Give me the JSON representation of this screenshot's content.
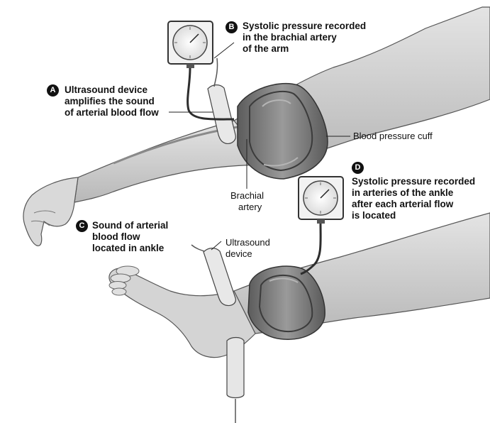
{
  "labels": {
    "a": {
      "letter": "A",
      "lines": [
        "Ultrasound device",
        "amplifies the sound",
        "of arterial blood flow"
      ]
    },
    "b": {
      "letter": "B",
      "lines": [
        "Systolic pressure recorded",
        "in the brachial artery",
        "of the arm"
      ]
    },
    "c": {
      "letter": "C",
      "lines": [
        "Sound of arterial",
        "blood flow",
        "located in ankle"
      ]
    },
    "d": {
      "letter": "D",
      "lines": [
        "Systolic pressure recorded",
        "in arteries of the ankle",
        "after each arterial flow",
        "is located"
      ]
    },
    "cuff": "Blood pressure cuff",
    "brachial": [
      "Brachial",
      "artery"
    ],
    "ultrasound": [
      "Ultrasound",
      "device"
    ]
  },
  "colors": {
    "skin": "#d6d6d6",
    "skin_shadow": "#a9a9a9",
    "cuff": "#7a7a7a",
    "cuff_dark": "#4d4d4d",
    "outline": "#333333",
    "badge": "#111111"
  }
}
